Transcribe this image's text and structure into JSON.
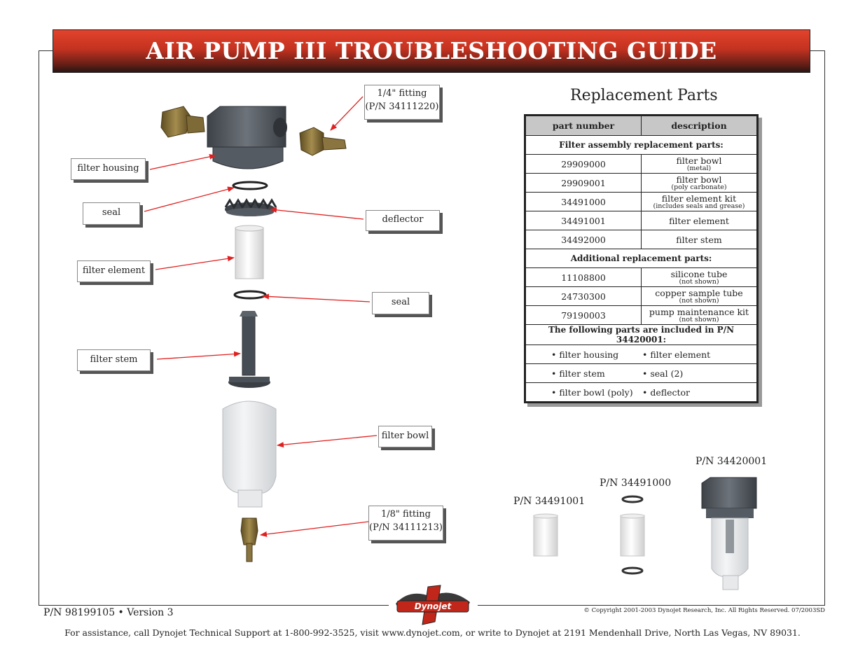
{
  "title": "AIR PUMP III TROUBLESHOOTING GUIDE",
  "callouts": {
    "fitting_quarter_line1": "1/4\" fitting",
    "fitting_quarter_line2": "(P/N 34111220)",
    "filter_housing": "filter housing",
    "seal_top": "seal",
    "deflector": "deflector",
    "filter_element": "filter element",
    "seal_bottom": "seal",
    "filter_stem": "filter stem",
    "filter_bowl": "filter bowl",
    "fitting_eighth_line1": "1/8\" fitting",
    "fitting_eighth_line2": "(P/N 34111213)"
  },
  "replacement_parts": {
    "heading": "Replacement Parts",
    "col_part_number": "part number",
    "col_description": "description",
    "filter_assembly_heading": "Filter assembly replacement parts:",
    "filter_assembly_rows": [
      {
        "pn": "29909000",
        "desc": "filter bowl",
        "note": "(metal)"
      },
      {
        "pn": "29909001",
        "desc": "filter bowl",
        "note": "(poly carbonate)"
      },
      {
        "pn": "34491000",
        "desc": "filter element kit",
        "note": "(includes seals and grease)"
      },
      {
        "pn": "34491001",
        "desc": "filter element",
        "note": ""
      },
      {
        "pn": "34492000",
        "desc": "filter stem",
        "note": ""
      }
    ],
    "additional_heading": "Additional replacement parts:",
    "additional_rows": [
      {
        "pn": "11108800",
        "desc": "silicone tube",
        "note": "(not shown)"
      },
      {
        "pn": "24730300",
        "desc": "copper sample tube",
        "note": "(not shown)"
      },
      {
        "pn": "79190003",
        "desc": "pump maintenance kit",
        "note": "(not shown)"
      }
    ],
    "included_heading": "The following parts are included in P/N 34420001:",
    "included_rows": [
      [
        "• filter housing",
        "• filter element"
      ],
      [
        "• filter stem",
        "• seal (2)"
      ],
      [
        "• filter bowl (poly)",
        "• deflector"
      ]
    ]
  },
  "kits": {
    "kit_34491001": "P/N 34491001",
    "kit_34491000": "P/N 34491000",
    "kit_34420001": "P/N 34420001"
  },
  "footer": {
    "part_number": "P/N 98199105 • Version 3",
    "copyright": "© Copyright 2001-2003 Dynojet Research, Inc. All Rights Reserved. 07/2003SD",
    "assistance": "For assistance, call Dynojet Technical Support at 1-800-992-3525, visit www.dynojet.com, or write to Dynojet at 2191 Mendenhall Drive, North Las Vegas, NV 89031.",
    "logo_text": "Dynojet"
  },
  "colors": {
    "banner_red": "#c43220",
    "arrow_red": "#e02020",
    "table_header_gray": "#c7c7c7",
    "housing_gray": "#5a5f66",
    "brass": "#8a7440"
  }
}
